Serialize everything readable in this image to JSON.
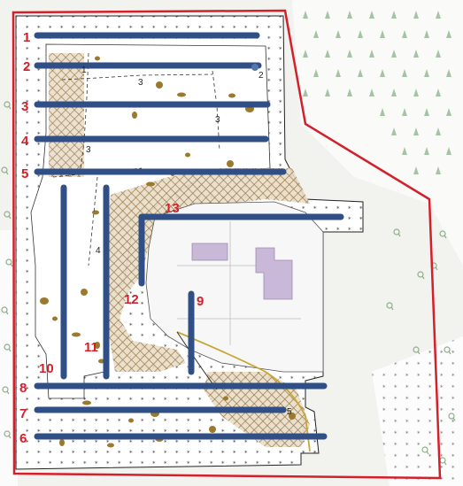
{
  "colors": {
    "boundary": "#d4202a",
    "transect": "#2f4f86",
    "label": "#d4202a",
    "hatch": "#8b6a3a",
    "dots": "#333333",
    "building": "#c9b8d8",
    "blob": "#9b7a2e",
    "tree": "#8fb78f",
    "shrub": "#8fae8a"
  },
  "transects": [
    {
      "label": "1"
    },
    {
      "label": "2"
    },
    {
      "label": "3"
    },
    {
      "label": "4"
    },
    {
      "label": "5"
    },
    {
      "label": "6"
    },
    {
      "label": "7"
    },
    {
      "label": "8"
    },
    {
      "label": "9"
    },
    {
      "label": "10"
    },
    {
      "label": "11"
    },
    {
      "label": "12"
    },
    {
      "label": "13"
    }
  ],
  "contour_labels": [
    {
      "text": "1"
    },
    {
      "text": "2"
    },
    {
      "text": "3"
    },
    {
      "text": "3"
    },
    {
      "text": "3"
    },
    {
      "text": "4"
    },
    {
      "text": "5"
    }
  ],
  "icons": {
    "tree": "conifer-tree-icon",
    "shrub": "shrub-icon",
    "building": "building-icon"
  }
}
